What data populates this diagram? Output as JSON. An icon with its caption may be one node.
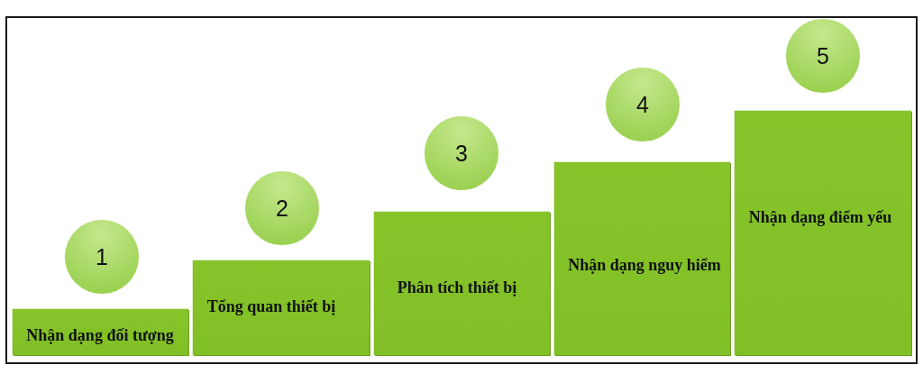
{
  "diagram": {
    "nodes": [
      {
        "text": [
          "1"
        ]
      },
      {
        "text": [
          "Nhận dạng đối tượng"
        ]
      },
      {
        "text": [
          "2"
        ]
      },
      {
        "text": [
          "Tổng quan thiết bị"
        ]
      },
      {
        "text": [
          "3"
        ]
      },
      {
        "text": [
          "Phân tích thiết bị"
        ]
      },
      {
        "text": [
          "4"
        ]
      },
      {
        "text": [
          "Nhận dạng nguy hiểm"
        ]
      },
      {
        "text": [
          "5"
        ]
      },
      {
        "text": [
          "Nhận dạng điểm yếu"
        ]
      }
    ]
  }
}
